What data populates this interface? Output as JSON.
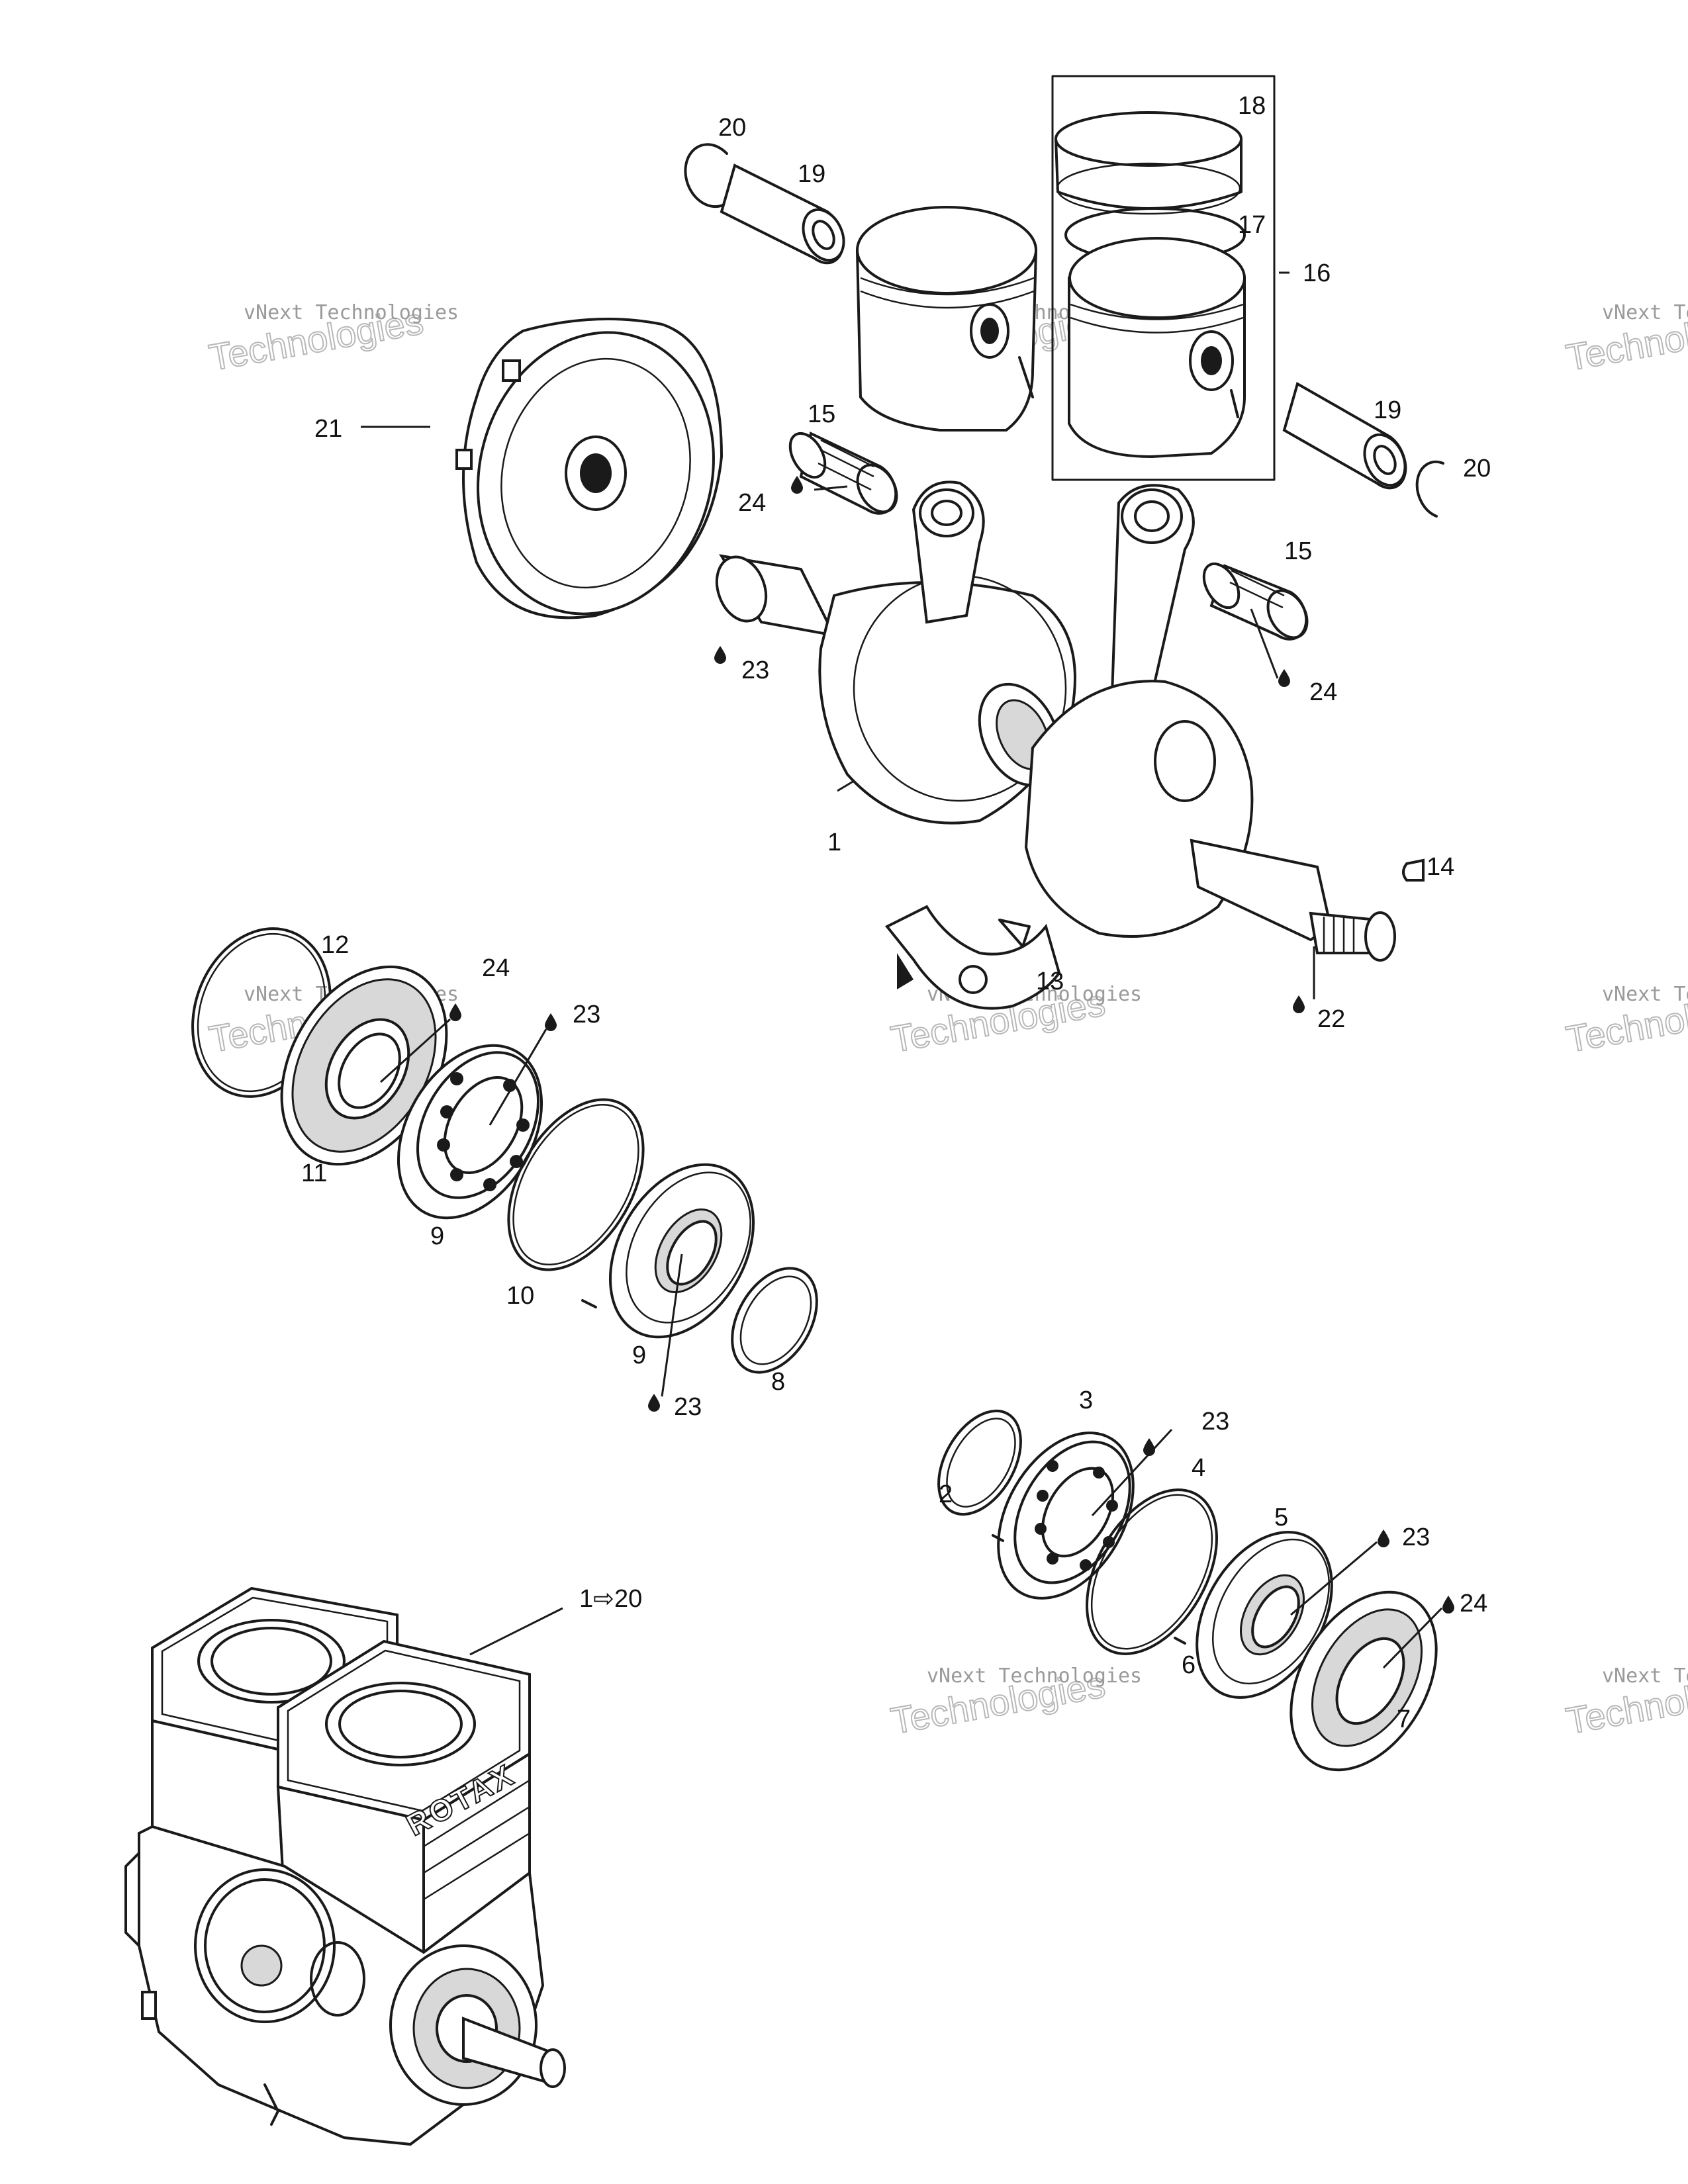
{
  "diagram": {
    "callouts": [
      {
        "id": "c20a",
        "text": "20"
      },
      {
        "id": "c19a",
        "text": "19"
      },
      {
        "id": "c18",
        "text": "18"
      },
      {
        "id": "c17",
        "text": "17"
      },
      {
        "id": "c16",
        "text": "16"
      },
      {
        "id": "c21",
        "text": "21"
      },
      {
        "id": "c15a",
        "text": "15"
      },
      {
        "id": "c24a",
        "text": "24"
      },
      {
        "id": "c19b",
        "text": "19"
      },
      {
        "id": "c20b",
        "text": "20"
      },
      {
        "id": "c15b",
        "text": "15"
      },
      {
        "id": "c23a",
        "text": "23"
      },
      {
        "id": "c24b",
        "text": "24"
      },
      {
        "id": "c1",
        "text": "1"
      },
      {
        "id": "c14",
        "text": "14"
      },
      {
        "id": "c12",
        "text": "12"
      },
      {
        "id": "c24c",
        "text": "24"
      },
      {
        "id": "c23b",
        "text": "23"
      },
      {
        "id": "c13",
        "text": "13"
      },
      {
        "id": "c22",
        "text": "22"
      },
      {
        "id": "c11",
        "text": "11"
      },
      {
        "id": "c9a",
        "text": "9"
      },
      {
        "id": "c10",
        "text": "10"
      },
      {
        "id": "c9b",
        "text": "9"
      },
      {
        "id": "c8",
        "text": "8"
      },
      {
        "id": "c23c",
        "text": "23"
      },
      {
        "id": "c3",
        "text": "3"
      },
      {
        "id": "c23d",
        "text": "23"
      },
      {
        "id": "c2",
        "text": "2"
      },
      {
        "id": "c4",
        "text": "4"
      },
      {
        "id": "c5",
        "text": "5"
      },
      {
        "id": "c23e",
        "text": "23"
      },
      {
        "id": "c1to20",
        "text": "1⇨20"
      },
      {
        "id": "c24d",
        "text": "24"
      },
      {
        "id": "c6",
        "text": "6"
      },
      {
        "id": "c7",
        "text": "7"
      }
    ],
    "watermark": {
      "line1": "vNext Technologies",
      "line2a": "vNext",
      "line2b": "Technologies"
    },
    "engine_label": "ROTAX"
  }
}
